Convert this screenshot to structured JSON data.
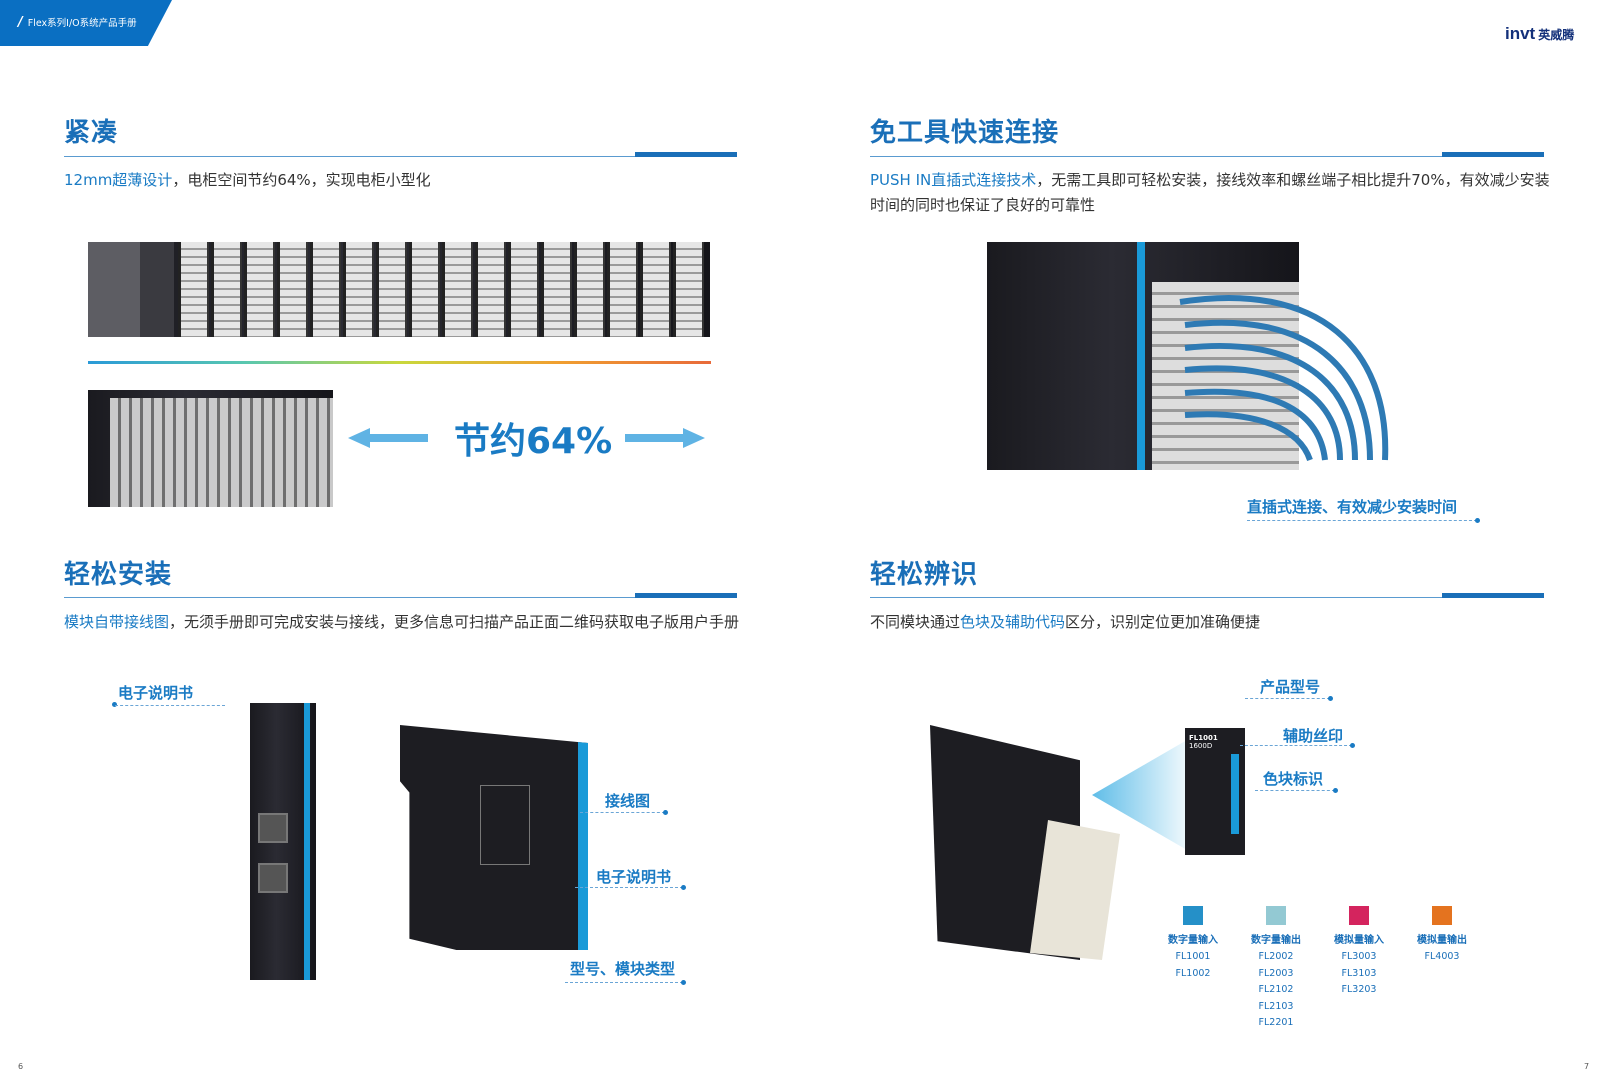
{
  "header": {
    "title": "Flex系列I/O系统产品手册",
    "logo_text": "invt",
    "logo_cn": "英威腾"
  },
  "sections": [
    {
      "title": "紧凑",
      "desc_highlight": "12mm超薄设计",
      "desc_rest": "，电柜空间节约64%，实现电柜小型化",
      "savings_label": "节约64%"
    },
    {
      "title": "免工具快速连接",
      "desc_highlight": "PUSH IN直插式连接技术",
      "desc_rest": "，无需工具即可轻松安装，接线效率和螺丝端子相比提升70%，有效减少安装时间的同时也保证了良好的可靠性",
      "callout": "直插式连接、有效减少安装时间"
    },
    {
      "title": "轻松安装",
      "desc_highlight": "模块自带接线图",
      "desc_rest": "，无须手册即可完成安装与接线，更多信息可扫描产品正面二维码获取电子版用户手册",
      "callouts": [
        "电子说明书",
        "接线图",
        "电子说明书",
        "型号、模块类型"
      ]
    },
    {
      "title": "轻松辨识",
      "desc_pre": "不同模块通过",
      "desc_highlight": "色块及辅助代码",
      "desc_rest": "区分，识别定位更加准确便捷",
      "callouts": [
        "产品型号",
        "辅助丝印",
        "色块标识"
      ],
      "module_label": "FL1001",
      "module_sub": "1600D"
    }
  ],
  "legend": [
    {
      "label": "数字量输入",
      "color": "#2590c8",
      "codes": [
        "FL1001",
        "FL1002"
      ]
    },
    {
      "label": "数字量输出",
      "color": "#93c9d3",
      "codes": [
        "FL2002",
        "FL2003",
        "FL2102",
        "FL2103",
        "FL2201"
      ]
    },
    {
      "label": "模拟量输入",
      "color": "#d4245e",
      "codes": [
        "FL3003",
        "FL3103",
        "FL3203"
      ]
    },
    {
      "label": "模拟量输出",
      "color": "#e4731f",
      "codes": [
        "FL4003"
      ]
    }
  ],
  "page_numbers": {
    "left": "6",
    "right": "7"
  }
}
